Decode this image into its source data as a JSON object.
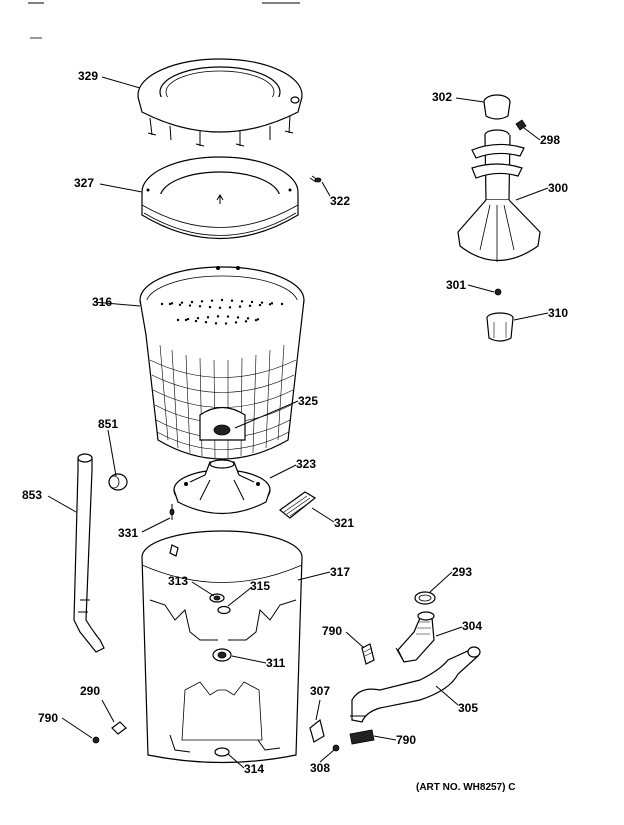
{
  "labels": {
    "p329": "329",
    "p327": "327",
    "p322": "322",
    "p316": "316",
    "p325": "325",
    "p851": "851",
    "p853": "853",
    "p323": "323",
    "p321": "321",
    "p331": "331",
    "p317": "317",
    "p313": "313",
    "p315": "315",
    "p311": "311",
    "p290": "290",
    "p790a": "790",
    "p314": "314",
    "p307": "307",
    "p308": "308",
    "p790b": "790",
    "p790c": "790",
    "p293": "293",
    "p304": "304",
    "p305": "305",
    "p302": "302",
    "p298": "298",
    "p300": "300",
    "p301": "301",
    "p310": "310"
  },
  "art_number": "(ART NO. WH8257) C",
  "corner_marks": {
    "top_left": "—",
    "top_mid": "—"
  }
}
